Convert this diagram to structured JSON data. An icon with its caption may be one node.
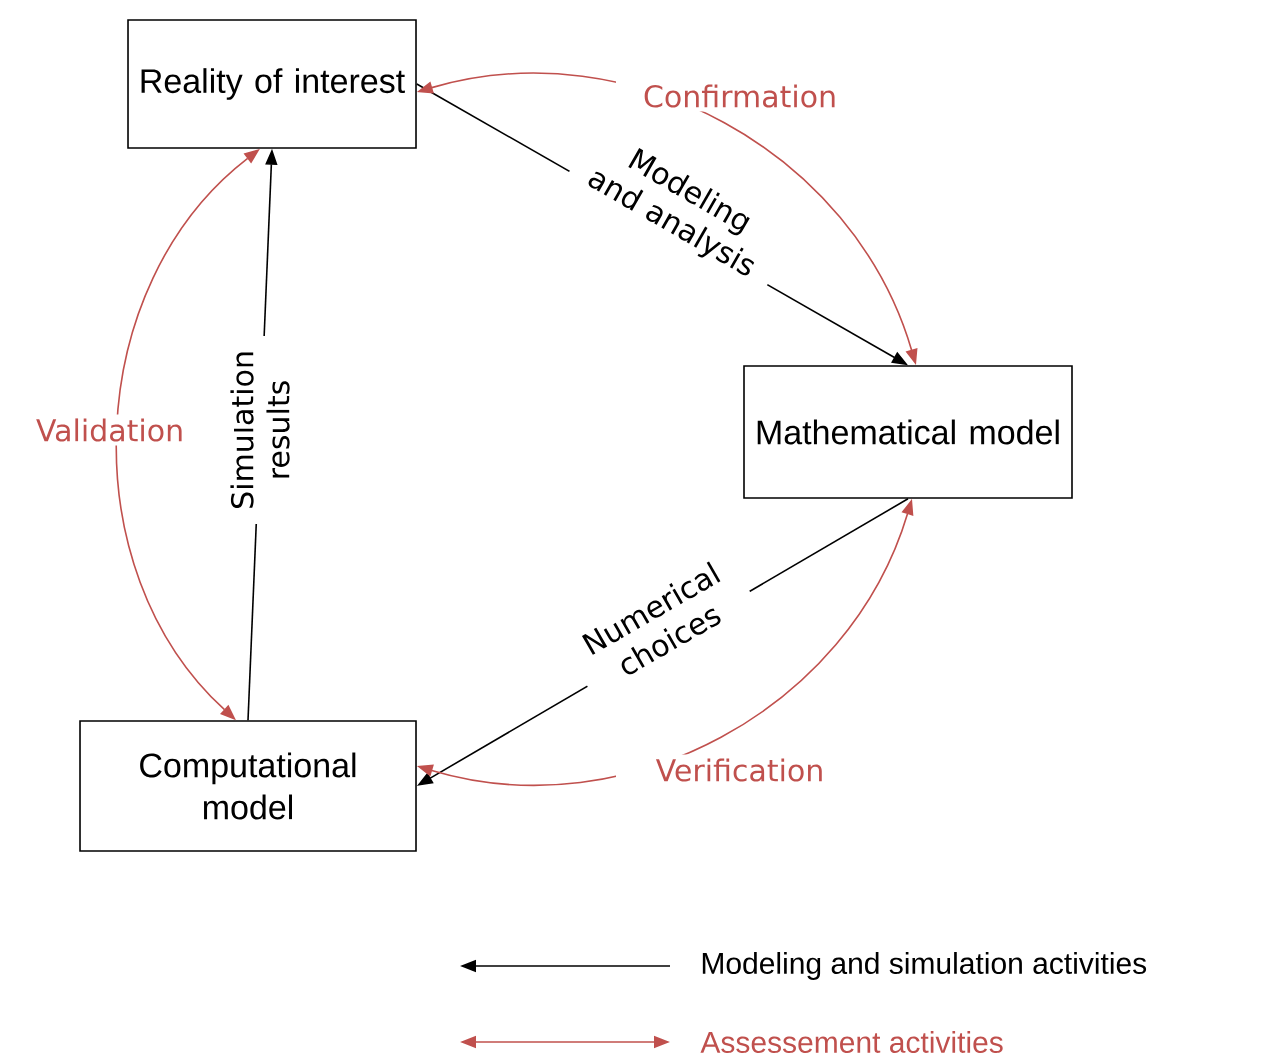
{
  "diagram": {
    "nodes": [
      {
        "text": [
          "Reality of interest"
        ]
      },
      {
        "text": [
          "Mathematical model"
        ]
      },
      {
        "text": [
          "Computational model"
        ]
      }
    ],
    "edges": [
      {
        "from": 0,
        "to": 1,
        "arrow": "to",
        "label": "Modeling and analysis"
      },
      {
        "from": 1,
        "to": 2,
        "arrow": "to",
        "label": "Numerical choices"
      },
      {
        "from": 2,
        "to": 0,
        "arrow": "to",
        "label": "Simulation results"
      },
      {
        "from": 0,
        "to": 1,
        "arrow": "both",
        "label": "Confirmation",
        "color": "#c0504d"
      },
      {
        "from": 1,
        "to": 2,
        "arrow": "both",
        "label": "Verification",
        "color": "#c0504d"
      },
      {
        "from": 2,
        "to": 0,
        "arrow": "both",
        "label": "Validation",
        "color": "#c0504d"
      }
    ],
    "legend": [
      {
        "text": "Modeling and simulation activities"
      },
      {
        "text": "Assessement activities"
      }
    ]
  }
}
